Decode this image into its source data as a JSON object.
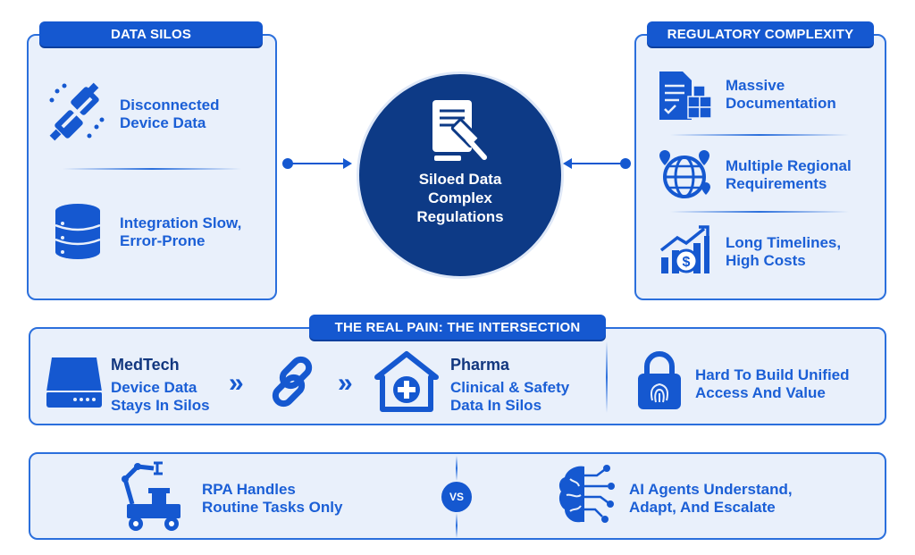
{
  "data_silos": {
    "title": "DATA SILOS",
    "items": [
      {
        "label": "Disconnected\nDevice Data",
        "icon": "unplugged-connector-icon"
      },
      {
        "label": "Integration Slow,\nError-Prone",
        "icon": "database-icon"
      }
    ]
  },
  "regulatory": {
    "title": "REGULATORY COMPLEXITY",
    "items": [
      {
        "label": "Massive\nDocumentation",
        "icon": "documents-boxes-icon"
      },
      {
        "label": "Multiple Regional\nRequirements",
        "icon": "globe-pins-icon"
      },
      {
        "label": "Long Timelines,\nHigh Costs",
        "icon": "rising-cost-chart-icon"
      }
    ]
  },
  "center": {
    "label": "Siloed Data\nComplex\nRegulations",
    "icon": "document-gavel-icon"
  },
  "intersection": {
    "title": "THE REAL PAIN: THE INTERSECTION",
    "medtech": {
      "title": "MedTech",
      "desc": "Device Data\nStays In Silos",
      "icon": "device-drive-icon"
    },
    "chain_icon": "chain-link-icon",
    "pharma": {
      "title": "Pharma",
      "desc": "Clinical & Safety\nData In Silos",
      "icon": "hospital-icon"
    },
    "unified": {
      "label": "Hard To Build Unified\nAccess And Value",
      "icon": "fingerprint-lock-icon"
    },
    "chevron": "»"
  },
  "comparison": {
    "rpa": {
      "label": "RPA Handles\nRoutine Tasks Only",
      "icon": "robot-arm-icon"
    },
    "vs": "VS",
    "ai": {
      "label": "AI Agents Understand,\nAdapt, And Escalate",
      "icon": "ai-brain-icon"
    }
  },
  "colors": {
    "primary": "#1558d0",
    "navy": "#0d3a86",
    "panel_bg": "#e9f0fb",
    "text": "#1b5fd6"
  }
}
